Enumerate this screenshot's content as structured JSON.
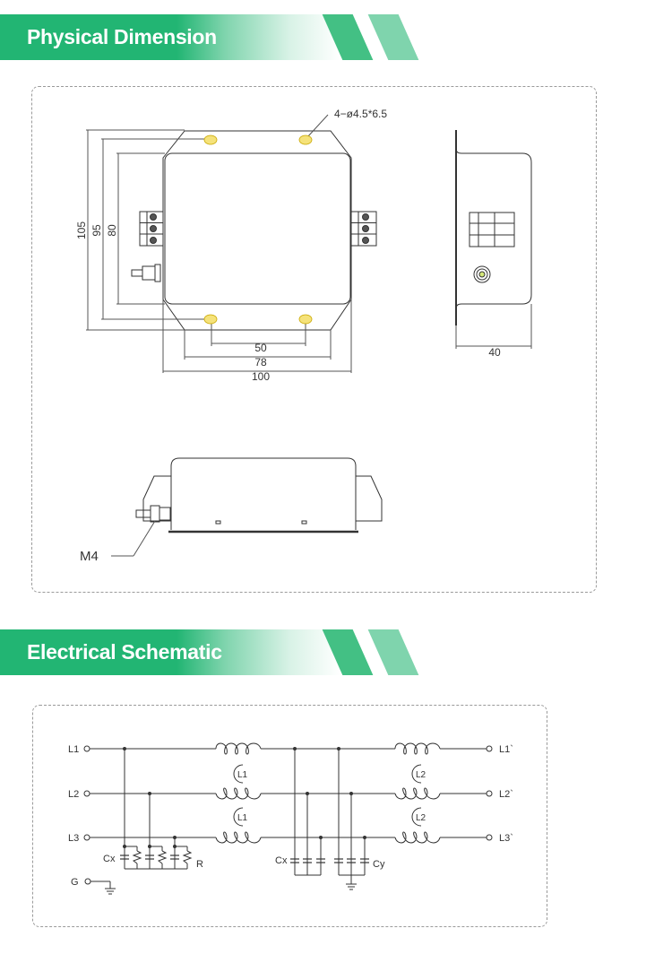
{
  "sections": {
    "physical": {
      "title": "Physical Dimension"
    },
    "electrical": {
      "title": "Electrical Schematic"
    }
  },
  "brand_colors": {
    "primary": "#22b573",
    "light": "#7fd4ad",
    "accent": "#43c084"
  },
  "dimensions": {
    "mount_holes": "4−ø4.5*6.5",
    "height_overall": "105",
    "height_holes": "95",
    "height_body": "80",
    "width_holes": "50",
    "width_flange": "78",
    "width_overall": "100",
    "depth": "40",
    "ground_stud": "M4"
  },
  "schematic": {
    "inputs": [
      "L1",
      "L2",
      "L3",
      "G"
    ],
    "outputs": [
      "L1`",
      "L2`",
      "L3`"
    ],
    "components": {
      "cx_in": "Cx",
      "r": "R",
      "cx_mid": "Cx",
      "cy": "Cy"
    },
    "chokes": [
      "L1",
      "L1",
      "L2",
      "L2"
    ]
  }
}
